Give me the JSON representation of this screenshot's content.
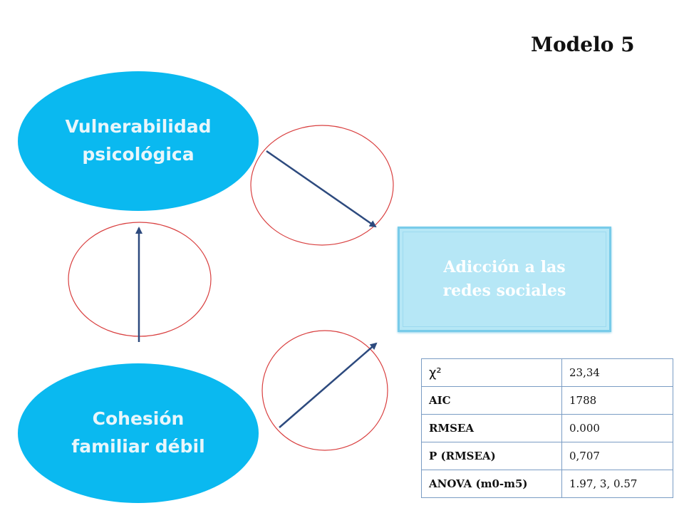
{
  "title": "Modelo 5",
  "nodes": {
    "vulnerabilidad": {
      "line1": "Vulnerabilidad",
      "line2": "psicológica"
    },
    "cohesion": {
      "line1": "Cohesión",
      "line2": "familiar débil"
    },
    "adiccion": {
      "line1": "Adicción a las",
      "line2": "redes sociales"
    }
  },
  "stats": [
    {
      "label": "χ²",
      "value": "23,34"
    },
    {
      "label": "AIC",
      "value": "1788"
    },
    {
      "label": "RMSEA",
      "value": "0.000"
    },
    {
      "label": "P (RMSEA)",
      "value": "0,707"
    },
    {
      "label": "ANOVA (m0-m5)",
      "value": "1.97, 3, 0.57"
    }
  ],
  "colors": {
    "ellipse_fill": "#0ab9f0",
    "box_fill": "#b6e7f6",
    "arrow": "#2d4a7e",
    "circle_outline": "#d94040",
    "table_border": "#7a9cc4"
  }
}
